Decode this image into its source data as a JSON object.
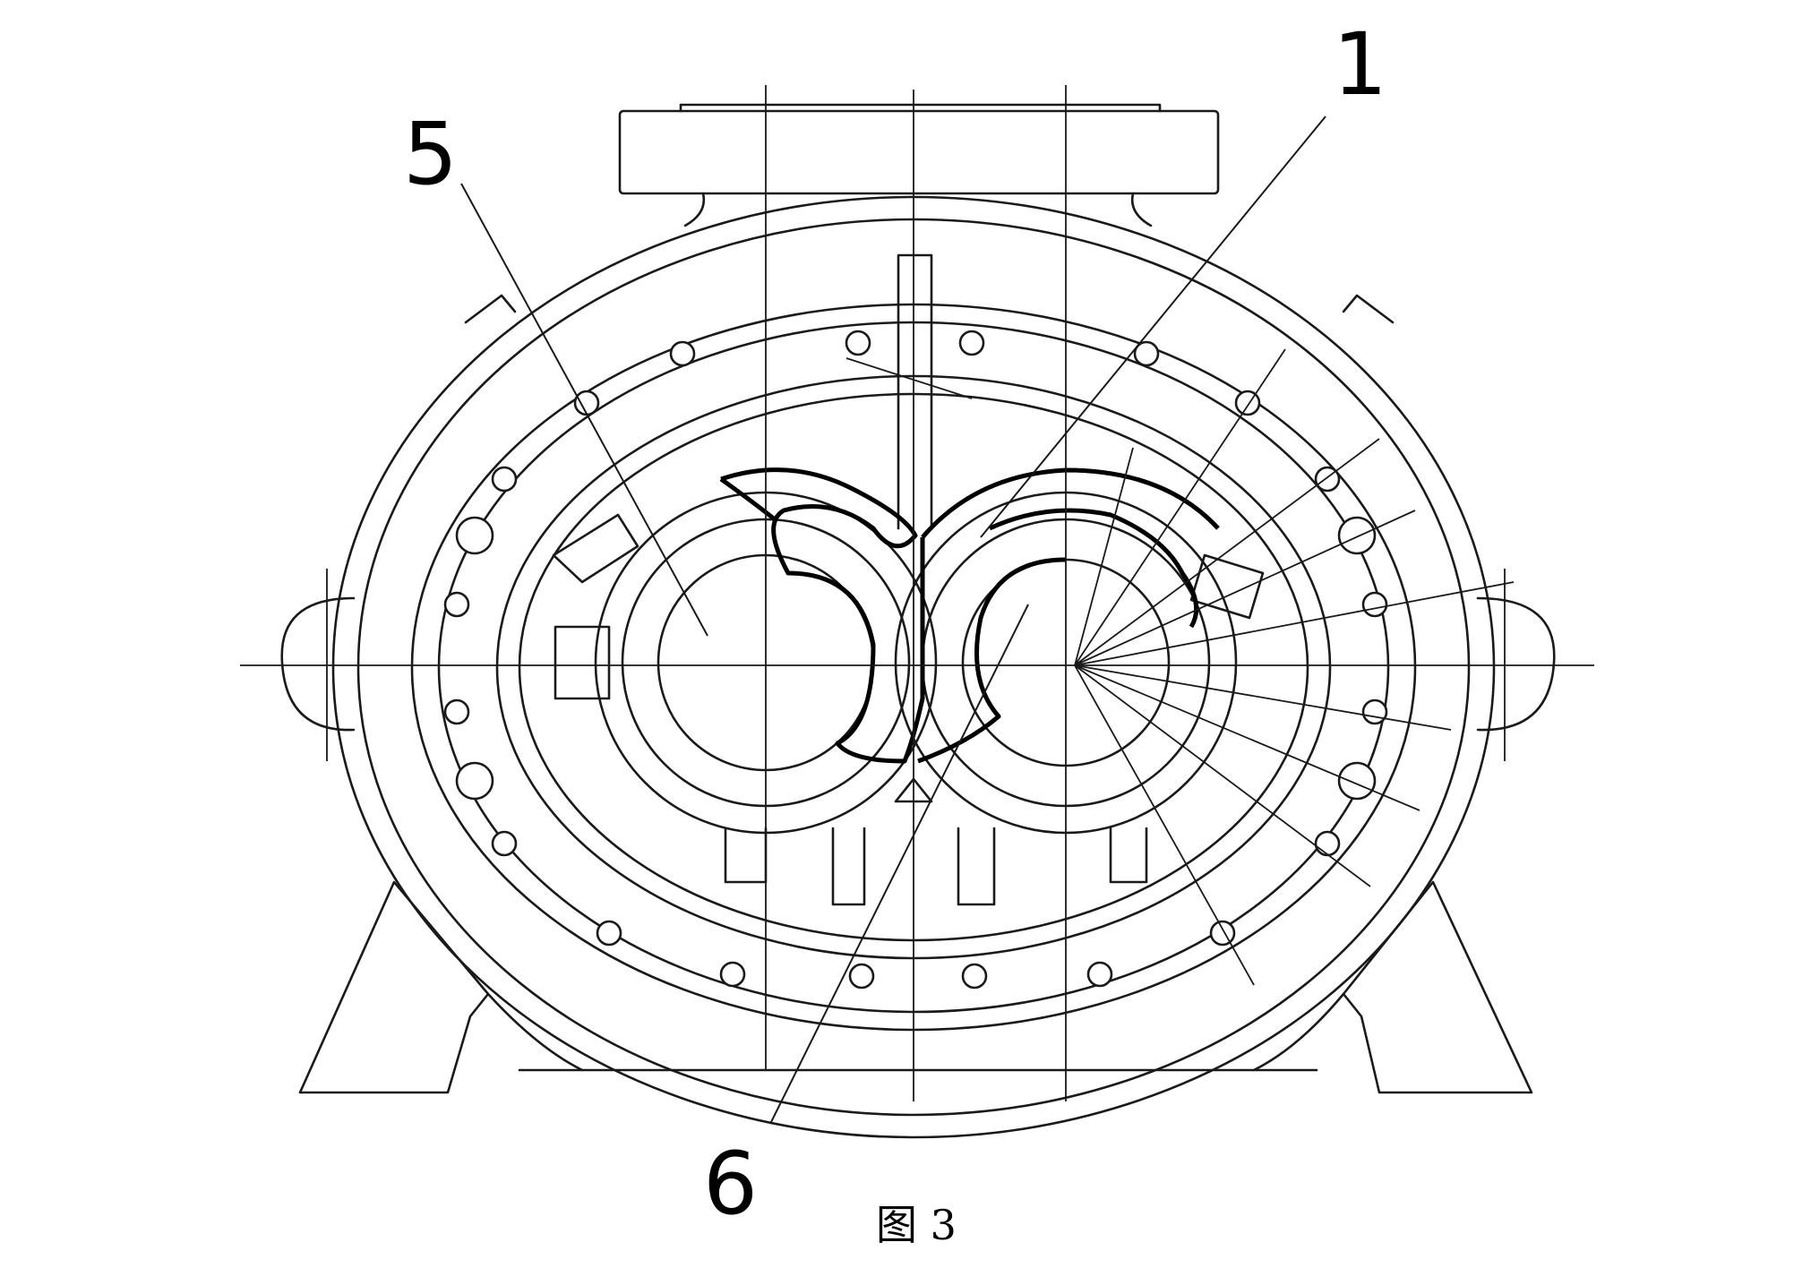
{
  "callouts": {
    "c1": "1",
    "c5": "5",
    "c6": "6"
  },
  "caption": "图 3",
  "colors": {
    "line": "#1a1a1a",
    "background": "#ffffff"
  }
}
